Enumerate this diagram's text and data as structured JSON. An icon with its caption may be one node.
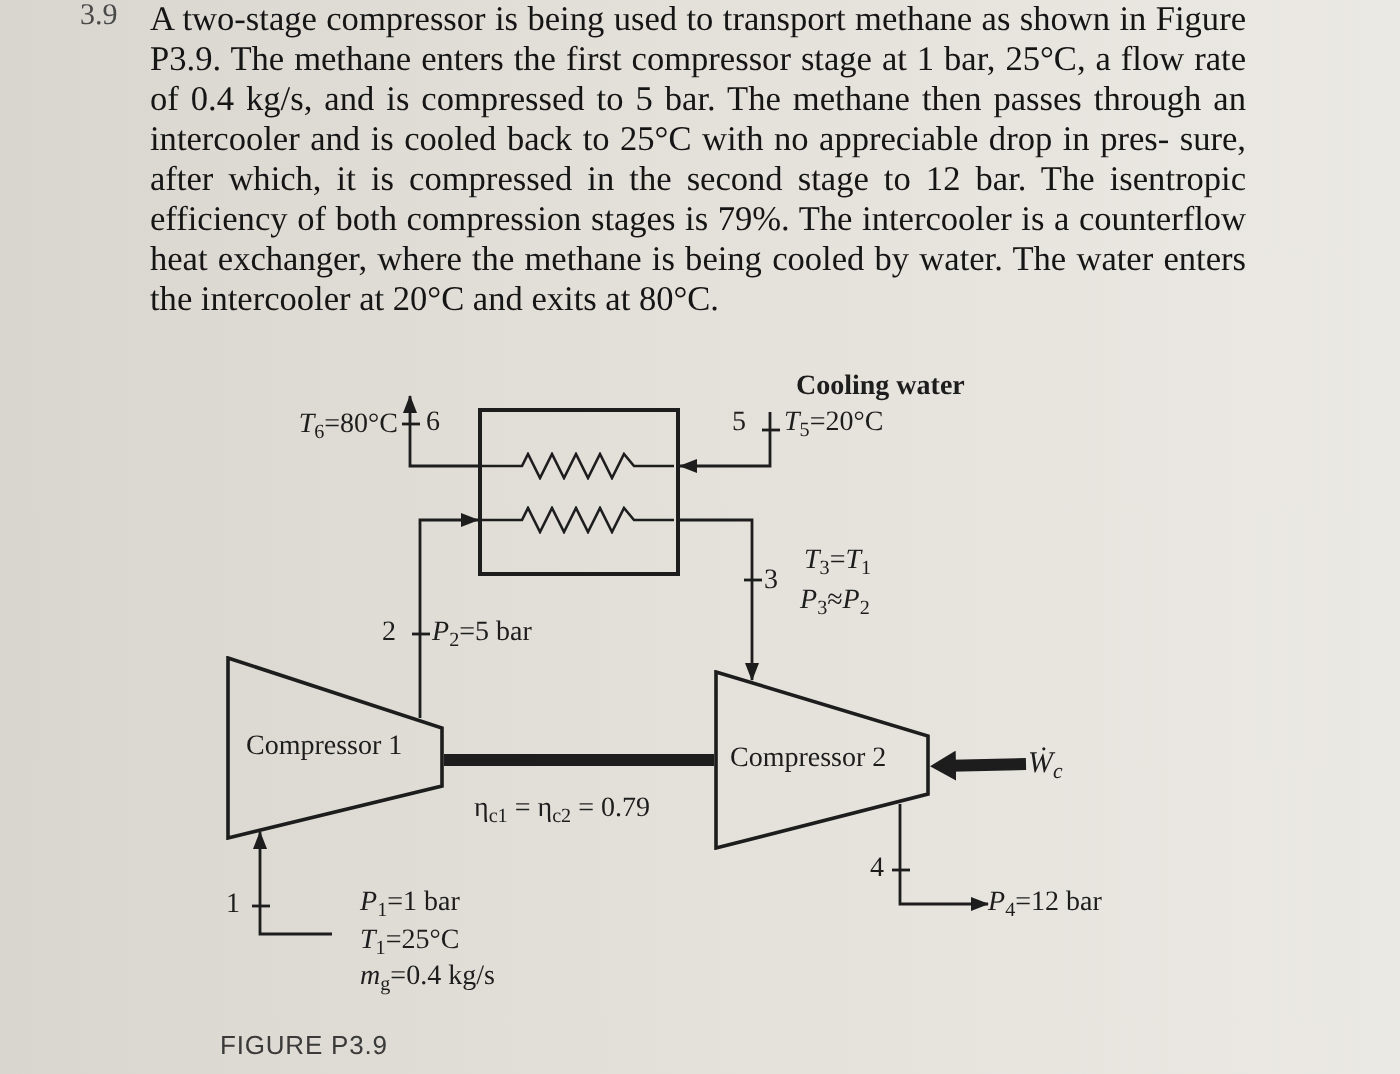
{
  "diagram": {
    "caption": "FIGURE P3.9",
    "nodes": [
      {
        "text": [
          "*T*$_{6}$=80°C"
        ]
      },
      {
        "text": [],
        "shape": "box"
      },
      {
        "text": [
          "*T*$_{5}$=20°C"
        ]
      },
      {
        "text": [
          "Compressor 1"
        ]
      },
      {
        "text": [
          "Compressor 2"
        ]
      },
      {
        "text": [
          "Ẇ$_{c}$"
        ]
      },
      {
        "text": [
          "*P*$_{4}$=12 bar"
        ]
      }
    ],
    "edges": [
      {
        "from": null,
        "to": 3,
        "arrow": "to"
      },
      {
        "from": 3,
        "to": 1,
        "arrow": "to"
      },
      {
        "from": 1,
        "to": 4,
        "arrow": "to"
      },
      {
        "from": 4,
        "to": 6,
        "arrow": "to"
      },
      {
        "from": 3,
        "to": 4,
        "arrow": "none",
        "style": "thick"
      },
      {
        "from": 5,
        "to": 4,
        "arrow": "to",
        "style": "thick"
      },
      {
        "from": 2,
        "to": 1,
        "arrow": "to"
      },
      {
        "from": 1,
        "to": 0,
        "arrow": "to"
      }
    ],
    "labels": [
      "3.9",
      "A two-stage compressor is being used to transport methane as shown in Figure P3.9. The methane enters the first compressor stage at 1 bar, 25°C, a flow rate of 0.4 kg/s, and is compressed to 5 bar. The methane then passes through an intercooler and is cooled back to 25°C with no appreciable drop in pres- sure, after which, it is compressed in the second stage to 12 bar. The isentropic efficiency of both compression stages is 79%. The intercooler is a counterflow heat exchanger, where the methane is being cooled by water. The water enters the intercooler at 20°C and exits at 80°C.",
      "6",
      "Cooling water",
      "5",
      "*T*$_{3}$=*T*$_{1}$",
      "3",
      "*P*$_{3}$≈*P*$_{2}$",
      "2",
      "*P*$_{2}$=5 bar",
      "η$_{c1}$ = η$_{c2}$ = 0.79",
      "4",
      "1",
      "*P*$_{1}$=1 bar",
      "*T*$_{1}$=25°C",
      "*m*$_{g}$=0.4 kg/s"
    ]
  }
}
